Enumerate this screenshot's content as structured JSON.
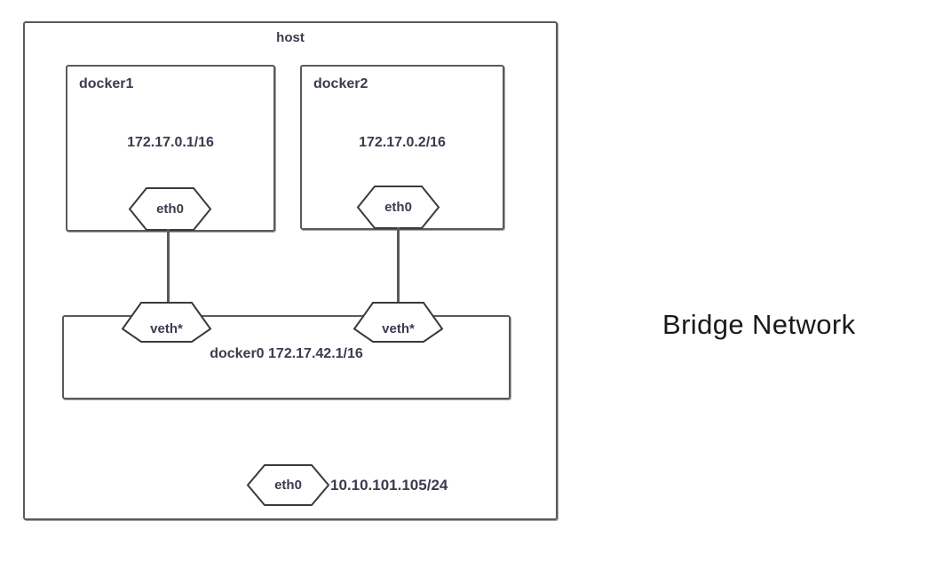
{
  "diagram": {
    "title": "Bridge Network",
    "host": {
      "label": "host",
      "interface": {
        "name": "eth0",
        "ip": "10.10.101.105/24"
      }
    },
    "containers": [
      {
        "name": "docker1",
        "ip": "172.17.0.1/16",
        "interface": "eth0"
      },
      {
        "name": "docker2",
        "ip": "172.17.0.2/16",
        "interface": "eth0"
      }
    ],
    "bridge": {
      "label": "docker0 172.17.42.1/16",
      "name": "docker0",
      "ip": "172.17.42.1/16",
      "veth_left": "veth*",
      "veth_right": "veth*"
    },
    "colors": {
      "stroke": "#5a5a5a",
      "text": "#3b3b4f",
      "caption": "#1a1a1a",
      "background": "#ffffff"
    }
  }
}
